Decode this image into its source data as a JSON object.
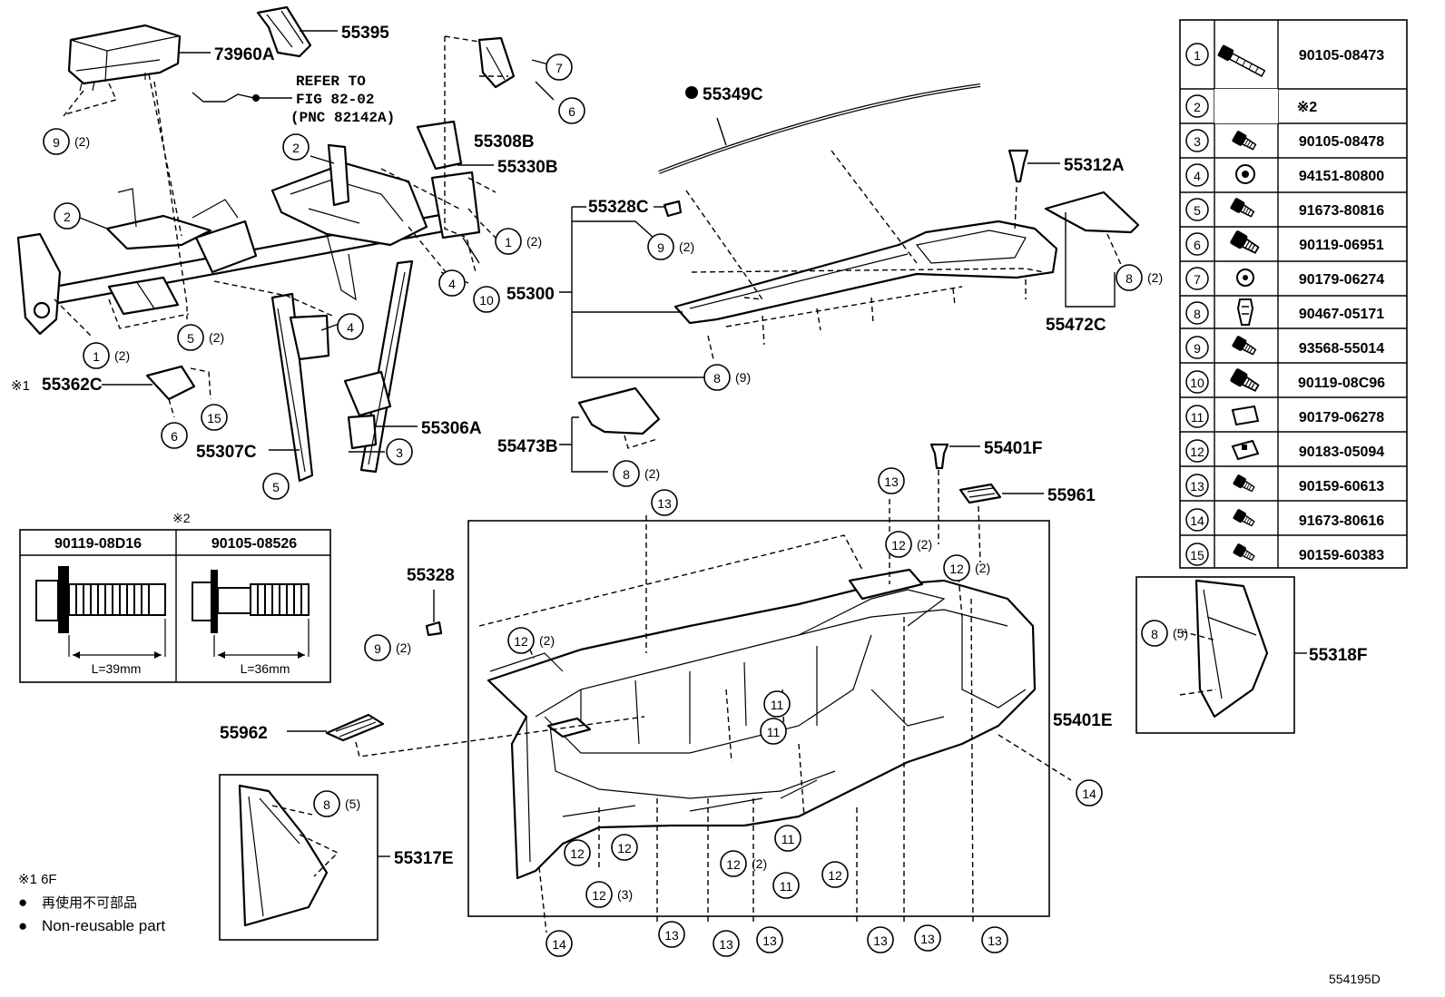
{
  "diagram_id": "554195D",
  "parts": {
    "p73960A": "73960A",
    "p55395": "55395",
    "p55308B": "55308B",
    "p55330B": "55330B",
    "p55349C": "55349C",
    "p55312A": "55312A",
    "p55328C": "55328C",
    "p55300": "55300",
    "p55472C": "55472C",
    "p55362C": "55362C",
    "p55306A": "55306A",
    "p55307C": "55307C",
    "p55473B": "55473B",
    "p55401F": "55401F",
    "p55961": "55961",
    "p55328": "55328",
    "p55318F": "55318F",
    "p55962": "55962",
    "p55401E": "55401E",
    "p55317E": "55317E"
  },
  "refer_note": {
    "line1": "REFER TO",
    "line2": "FIG 82-02",
    "line3": "(PNC 82142A)"
  },
  "marks": {
    "footnote1_mark": "※1",
    "footnote2_mark": "※2",
    "non_reusable_symbol": "●"
  },
  "callouts": {
    "c9a": "9",
    "q9a": "(2)",
    "c2a": "2",
    "c2b": "2",
    "c7": "7",
    "c6a": "6",
    "c1a": "1",
    "q1a": "(2)",
    "c4a": "4",
    "c10": "10",
    "c1b": "1",
    "q1b": "(2)",
    "c5a": "5",
    "q5a": "(2)",
    "c4b": "4",
    "c6b": "6",
    "c15": "15",
    "c3": "3",
    "c5b": "5",
    "c9b": "9",
    "q9b": "(2)",
    "c8a": "8",
    "q8a": "(2)",
    "c8b": "8",
    "q8b": "(9)",
    "c8c": "8",
    "q8c": "(2)",
    "c13a": "13",
    "c13b": "13",
    "c12a": "12",
    "q12a": "(2)",
    "c12b": "12",
    "q12b": "(2)",
    "c12c": "12",
    "q12c": "(2)",
    "c9c": "9",
    "q9c": "(2)",
    "c8d": "8",
    "q8d": "(5)",
    "c11a": "11",
    "c11b": "11",
    "c14a": "14",
    "c8e": "8",
    "q8e": "(5)",
    "c12d": "12",
    "c12e": "12",
    "c11c": "11",
    "c12f": "12",
    "q12f": "(2)",
    "c11d": "11",
    "c12g": "12",
    "c12h": "12",
    "q12h": "(3)",
    "c14b": "14",
    "c13c": "13",
    "c13d": "13",
    "c13e": "13",
    "c13f": "13",
    "c13g": "13",
    "c13h": "13"
  },
  "bolt_detail": {
    "header": "※2",
    "columns": [
      {
        "part_no": "90119-08D16",
        "length": "L=39mm"
      },
      {
        "part_no": "90105-08526",
        "length": "L=36mm"
      }
    ]
  },
  "parts_table": [
    {
      "num": "1",
      "part_no": "90105-08473"
    },
    {
      "num": "2",
      "part_no": "※2"
    },
    {
      "num": "3",
      "part_no": "90105-08478"
    },
    {
      "num": "4",
      "part_no": "94151-80800"
    },
    {
      "num": "5",
      "part_no": "91673-80816"
    },
    {
      "num": "6",
      "part_no": "90119-06951"
    },
    {
      "num": "7",
      "part_no": "90179-06274"
    },
    {
      "num": "8",
      "part_no": "90467-05171"
    },
    {
      "num": "9",
      "part_no": "93568-55014"
    },
    {
      "num": "10",
      "part_no": "90119-08C96"
    },
    {
      "num": "11",
      "part_no": "90179-06278"
    },
    {
      "num": "12",
      "part_no": "90183-05094"
    },
    {
      "num": "13",
      "part_no": "90159-60613"
    },
    {
      "num": "14",
      "part_no": "91673-80616"
    },
    {
      "num": "15",
      "part_no": "90159-60383"
    }
  ],
  "legend": {
    "note1": "※1 6F",
    "bullet": "●",
    "jp": "再使用不可部品",
    "en": "Non-reusable part"
  }
}
